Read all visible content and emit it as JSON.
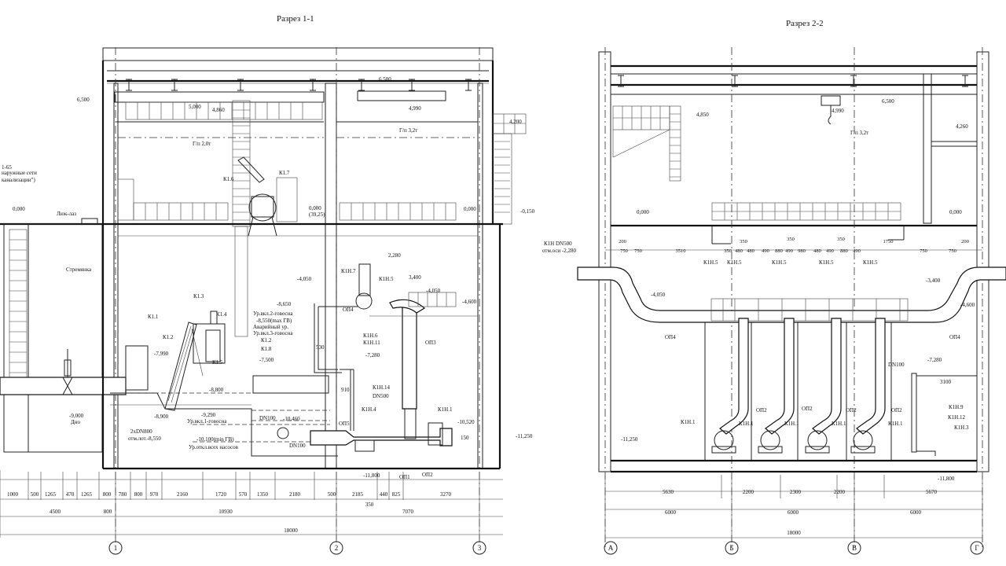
{
  "titles": {
    "section1": "Разрез 1-1",
    "section2": "Разрез 2-2"
  },
  "axes": {
    "s1": [
      "1",
      "2",
      "3"
    ],
    "s2": [
      "А",
      "Б",
      "В",
      "Г"
    ]
  },
  "dims1_row1": [
    "1000",
    "500",
    "1265",
    "470",
    "1265",
    "800",
    "780",
    "800",
    "970",
    "2160",
    "1720",
    "570",
    "1350",
    "2180",
    "500",
    "2185",
    "440",
    "825",
    "3270"
  ],
  "dims1_row2": [
    "4500",
    "800",
    "10930",
    "7070"
  ],
  "dims1_total": "18000",
  "dims1_small": "350",
  "dims2_row1": [
    "5630",
    "2200",
    "2300",
    "2200",
    "5670"
  ],
  "dims2_row2": [
    "6000",
    "6000",
    "6000"
  ],
  "dims2_total": "18000",
  "dims2_top": [
    "200",
    "750",
    "750",
    "3510",
    "350",
    "480",
    "480",
    "490",
    "880",
    "490",
    "980",
    "480",
    "490",
    "880",
    "490",
    "350",
    "350",
    "350",
    "1750",
    "750",
    "750",
    "200"
  ],
  "elev1": {
    "e6500a": "6,500",
    "e5000": "5,000",
    "e4860": "4,860",
    "e6500b": "6,500",
    "e4990": "4,990",
    "e4200": "4,200",
    "e0000a": "0,000",
    "e0000b": "0,000",
    "e0000c": "(39,25)",
    "e0000d": "0,000",
    "e0150": "-0,150",
    "e2280": "2,280",
    "e3400": "3,400",
    "e4050a": "-4,050",
    "e4050b": "-4,050",
    "e4600": "-4,600",
    "e7280": "-7,280",
    "e7990": "-7,990",
    "e7500": "-7,500",
    "e8800": "-8,800",
    "e8900": "-8,900",
    "e9000": "-9,000",
    "e9290": "-9,290",
    "e10460": "-10,460",
    "e10520": "-10,520",
    "e11250": "-11,250",
    "e11800": "-11,800",
    "e8650": "-8,650",
    "e8550": "-8,550(max ГВ)"
  },
  "labels1": {
    "gp20": "Г/п 2,0т",
    "gp32": "Г/п 3,2т",
    "k16": "К1.6",
    "k17": "К1.7",
    "k13": "К1.3",
    "k14": "К1.4",
    "k11": "К1.1",
    "k12a": "К1.2",
    "k15": "К1.5",
    "k12b": "К1.2",
    "k18": "К1.8",
    "k1n7": "К1Н.7",
    "k1n5": "К1Н.5",
    "k1n6": "К1Н.6",
    "k1n11": "К1Н.11",
    "op4": "ОП4",
    "op3": "ОП3",
    "k1n14": "К1Н.14",
    "dn500": "DN500",
    "k1n4": "К1Н.4",
    "k1n1": "К1Н.1",
    "op5": "ОП5",
    "op1": "ОП1",
    "op2": "ОП2",
    "dn100a": "DN100",
    "dn100b": "DN100",
    "sremka": "Стремянка",
    "lyuk": "Люк-лаз",
    "kanal1": "1-65",
    "kanal2": "наружные сети",
    "kanal3": "канализации\")",
    "tube1": "2хDN800",
    "tube2": "отм.лот.-8,550",
    "dno": "Дно",
    "ur1": "Ур.вкл.2-говосна",
    "ur2": "Аварийный ур.",
    "ur3": "Ур.вкл.3-говосна",
    "ur4": "Ур.вкл.1-говосна",
    "ur5": "-10,100(min ГВ)",
    "ur6": "Ур.откл.всех насосов",
    "d530": "530",
    "d910": "910",
    "d150": "150"
  },
  "elev2": {
    "e6500": "6,500",
    "e4990": "4,990",
    "e4850": "4,850",
    "e4260": "4,260",
    "e0000a": "0,000",
    "e0000b": "0,000",
    "e3400": "-3,400",
    "e4050": "-4,050",
    "e4600": "-4,600",
    "e7280": "-7,280",
    "e11250": "-11,250",
    "e11800": "-11,800",
    "e2280": "отм.оси -2,280"
  },
  "labels2": {
    "gp32": "Г/п 3,2т",
    "k1ndn": "К1Н DN500",
    "k1n5": [
      "К1Н.5",
      "К1Н.5",
      "К1Н.5",
      "К1Н.5",
      "К1Н.5"
    ],
    "op4a": "ОП4",
    "op4b": "ОП4",
    "op2": [
      "ОП2",
      "ОП2",
      "ОП2",
      "ОП2"
    ],
    "k1n1": [
      "К1Н.1",
      "К1Н.1",
      "К1Н.1",
      "К1Н.1",
      "К1Н.1"
    ],
    "dn100": "DN100",
    "d3100": "3100",
    "k1n9": "К1Н.9",
    "k1n12": "К1Н.12",
    "k1n3": "К1Н.3"
  }
}
